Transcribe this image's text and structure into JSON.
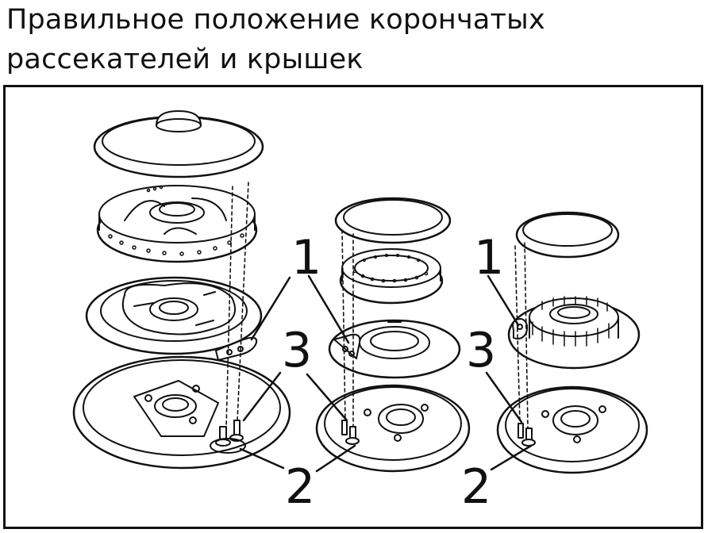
{
  "title": {
    "line1": "Правильное положение корончатых",
    "line2": "рассекателей и крышек"
  },
  "callouts": {
    "left_1": "1",
    "left_3": "3",
    "left_2": "2",
    "right_1": "1",
    "right_3": "3",
    "right_2": "2"
  },
  "colors": {
    "ink": "#111111",
    "background": "#ffffff"
  }
}
